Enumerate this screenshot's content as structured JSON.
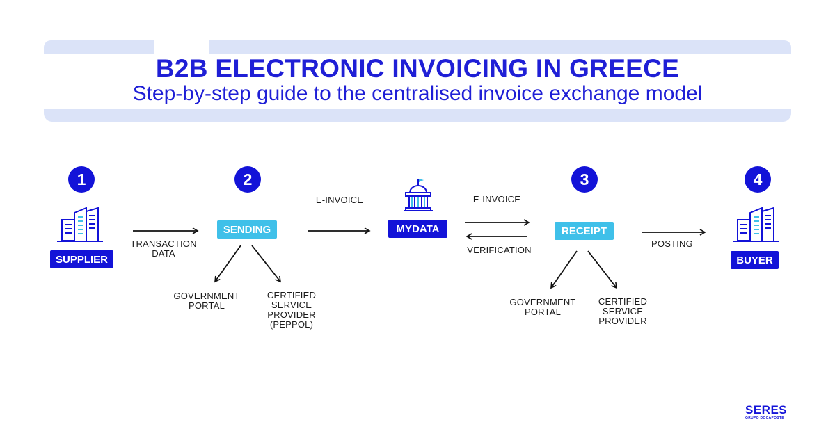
{
  "header": {
    "title": "B2B ELECTRONIC INVOICING IN GREECE",
    "subtitle": "Step-by-step guide to the centralised invoice exchange model"
  },
  "steps": [
    "1",
    "2",
    "3",
    "4"
  ],
  "nodes": {
    "supplier": "SUPPLIER",
    "sending": "SENDING",
    "mydata": "MYDATA",
    "receipt": "RECEIPT",
    "buyer": "BUYER"
  },
  "edge_labels": {
    "transaction_data": "TRANSACTION\nDATA",
    "e_invoice_1": "E-INVOICE",
    "e_invoice_2": "E-INVOICE",
    "verification": "VERIFICATION",
    "posting": "POSTING"
  },
  "channels": {
    "sending_gov": "GOVERNMENT\nPORTAL",
    "sending_csp": "CERTIFIED\nSERVICE\nPROVIDER\n(PEPPOL)",
    "receipt_gov": "GOVERNMENT\nPORTAL",
    "receipt_csp": "CERTIFIED\nSERVICE\nPROVIDER"
  },
  "logo": {
    "name": "SERES",
    "tagline": "GRUPO DOCAPOSTE"
  },
  "colors": {
    "primary": "#1313d8",
    "accent": "#3fc0e9",
    "banner": "#dbe3f8"
  },
  "icons": {
    "supplier": "building-icon",
    "buyer": "building-icon",
    "mydata": "government-building-icon"
  }
}
